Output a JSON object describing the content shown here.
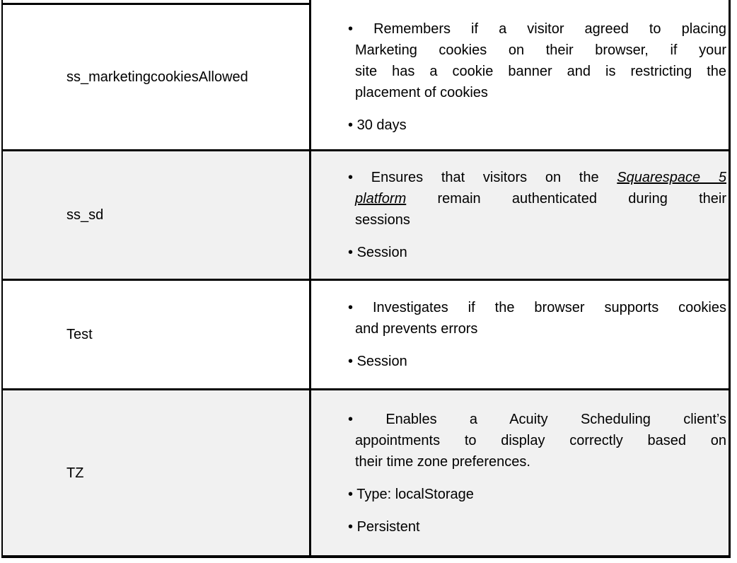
{
  "glyphs": {
    "bullet": "•"
  },
  "colors": {
    "border": "#000000",
    "row_shading": "#f1f1f1",
    "background": "#ffffff",
    "text": "#000000"
  },
  "table": {
    "columns": [
      "cookie-name",
      "cookie-details"
    ],
    "rows": [
      {
        "name": "ss_marketingcookiesAllowed",
        "shaded": false,
        "items": [
          {
            "lines": [
              [
                "Remembers if a visitor agreed to placing"
              ],
              [
                "Marketing cookies on their browser, if your"
              ],
              [
                "site has a cookie banner and is restricting the"
              ],
              [
                "placement of cookies"
              ]
            ]
          },
          {
            "lines": [
              [
                "30 days"
              ]
            ]
          }
        ]
      },
      {
        "name": "ss_sd",
        "shaded": true,
        "items": [
          {
            "lines": [
              [
                "Ensures that visitors on the ",
                {
                  "t": "Squarespace 5",
                  "style": "link",
                  "nm": "squarespace-5-platform-link"
                }
              ],
              [
                {
                  "t": "platform",
                  "style": "link",
                  "nm": "squarespace-5-platform-link"
                },
                " remain authenticated during their"
              ],
              [
                "sessions"
              ]
            ]
          },
          {
            "lines": [
              [
                "Session"
              ]
            ]
          }
        ]
      },
      {
        "name": "Test",
        "shaded": false,
        "items": [
          {
            "lines": [
              [
                "Investigates if the browser supports cookies"
              ],
              [
                "and prevents errors"
              ]
            ]
          },
          {
            "lines": [
              [
                "Session"
              ]
            ]
          }
        ]
      },
      {
        "name": "TZ",
        "shaded": true,
        "items": [
          {
            "lines": [
              [
                "Enables a Acuity Scheduling client’s"
              ],
              [
                "appointments to display correctly based on"
              ],
              [
                "their time zone preferences."
              ]
            ]
          },
          {
            "lines": [
              [
                "Type: localStorage"
              ]
            ]
          },
          {
            "lines": [
              [
                "Persistent"
              ]
            ]
          }
        ]
      }
    ]
  }
}
